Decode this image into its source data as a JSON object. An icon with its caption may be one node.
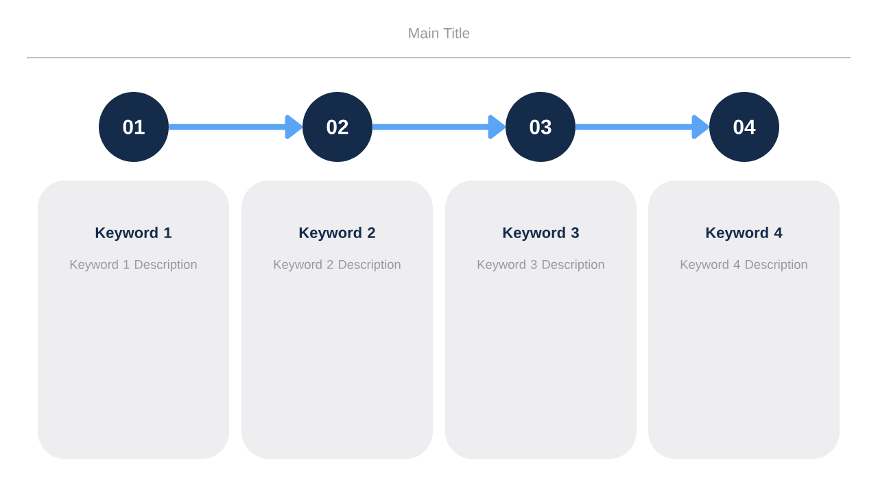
{
  "diagram": {
    "title": "Main Title",
    "nodes": [
      {
        "text": [
          "01"
        ]
      },
      {
        "text": [
          "02"
        ]
      },
      {
        "text": [
          "03"
        ]
      },
      {
        "text": [
          "04"
        ]
      },
      {
        "text": [
          "Keyword 1",
          "Keyword 1 Description"
        ]
      },
      {
        "text": [
          "Keyword 2",
          "Keyword 2 Description"
        ]
      },
      {
        "text": [
          "Keyword 3",
          "Keyword 3 Description"
        ]
      },
      {
        "text": [
          "Keyword 4",
          "Keyword 4 Description"
        ]
      }
    ],
    "edges": [
      {
        "from": 0,
        "to": 1,
        "arrow": "to"
      },
      {
        "from": 1,
        "to": 2,
        "arrow": "to"
      },
      {
        "from": 2,
        "to": 3,
        "arrow": "to"
      }
    ]
  }
}
